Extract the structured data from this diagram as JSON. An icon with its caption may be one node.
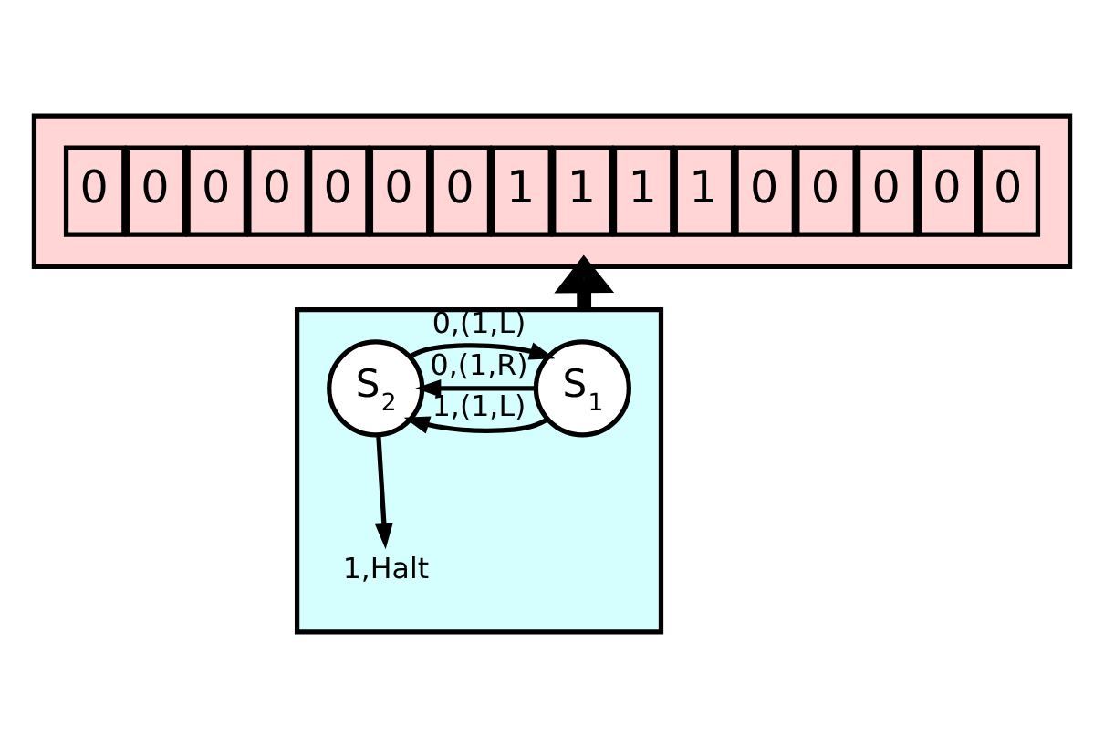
{
  "diagram": {
    "nodes": [
      {
        "text": [],
        "shape": "bar"
      },
      {
        "text": [
          "0"
        ],
        "in": 0
      },
      {
        "text": [
          "0"
        ],
        "in": 0
      },
      {
        "text": [
          "0"
        ],
        "in": 0
      },
      {
        "text": [
          "0"
        ],
        "in": 0
      },
      {
        "text": [
          "0"
        ],
        "in": 0
      },
      {
        "text": [
          "0"
        ],
        "in": 0
      },
      {
        "text": [
          "0"
        ],
        "in": 0
      },
      {
        "text": [
          "1"
        ],
        "in": 0
      },
      {
        "text": [
          "1"
        ],
        "in": 0
      },
      {
        "text": [
          "1"
        ],
        "in": 0
      },
      {
        "text": [
          "1"
        ],
        "in": 0
      },
      {
        "text": [
          "0"
        ],
        "in": 0
      },
      {
        "text": [
          "0"
        ],
        "in": 0
      },
      {
        "text": [
          "0"
        ],
        "in": 0
      },
      {
        "text": [
          "0"
        ],
        "in": 0
      },
      {
        "text": [
          "0"
        ],
        "in": 0
      },
      {
        "text": [],
        "shape": "box"
      },
      {
        "text": [
          "S$_{1}$"
        ],
        "in": 17
      },
      {
        "text": [
          "S$_{2}$"
        ],
        "in": 17
      },
      {
        "text": [
          "1,Halt"
        ],
        "in": 17
      }
    ],
    "edges": [
      {
        "from": 17,
        "to": 0,
        "arrow": "to",
        "style": "thick"
      },
      {
        "from": 18,
        "to": 19,
        "arrow": "to",
        "label": "0,(1,R)"
      },
      {
        "from": 18,
        "to": 19,
        "arrow": "to",
        "label": "1,(1,L)"
      },
      {
        "from": 19,
        "to": 18,
        "arrow": "to",
        "label": "0,(1,L)"
      },
      {
        "from": 19,
        "to": 20,
        "arrow": "to"
      }
    ]
  }
}
